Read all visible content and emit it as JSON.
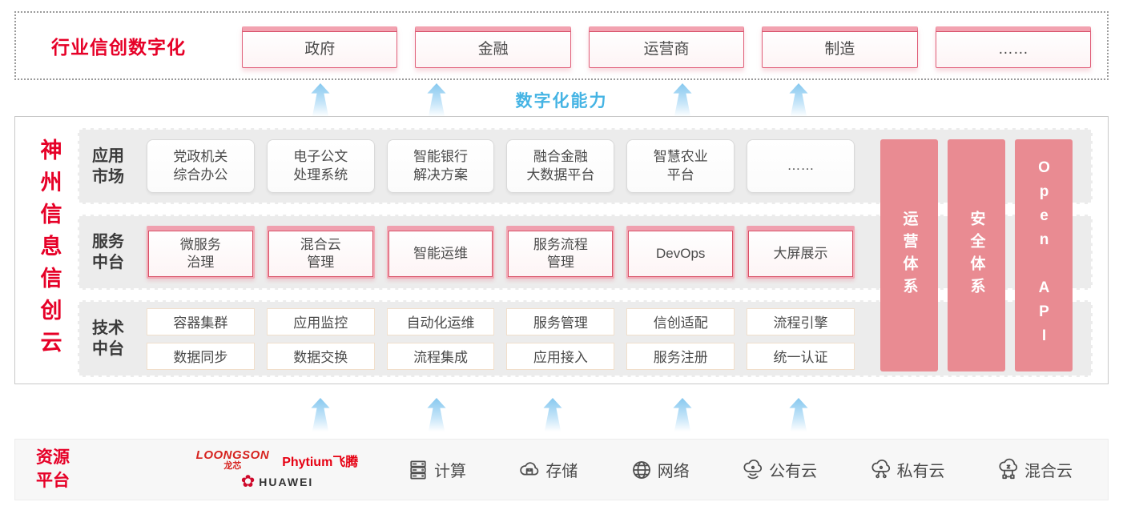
{
  "top_banner": {
    "title": "行业信创数字化",
    "industries": [
      "政府",
      "金融",
      "运营商",
      "制造",
      "……"
    ]
  },
  "capability_label": "数字化能力",
  "platform": {
    "title": "神州信息信创云",
    "app_row": {
      "label": "应用\n市场",
      "items": [
        "党政机关\n综合办公",
        "电子公文\n处理系统",
        "智能银行\n解决方案",
        "融合金融\n大数据平台",
        "智慧农业\n平台",
        "……"
      ]
    },
    "service_row": {
      "label": "服务\n中台",
      "items": [
        "微服务\n治理",
        "混合云\n管理",
        "智能运维",
        "服务流程\n管理",
        "DevOps",
        "大屏展示"
      ]
    },
    "tech_row": {
      "label": "技术\n中台",
      "line1": [
        "容器集群",
        "应用监控",
        "自动化运维",
        "服务管理",
        "信创适配",
        "流程引擎"
      ],
      "line2": [
        "数据同步",
        "数据交换",
        "流程集成",
        "应用接入",
        "服务注册",
        "统一认证"
      ]
    },
    "pillars": [
      "运营体系",
      "安全体系",
      "Open API"
    ]
  },
  "resource": {
    "title": "资源\n平台",
    "vendors": {
      "loongson_en": "LOONGSON",
      "loongson_cn": "龙芯",
      "phytium": "Phytium飞腾",
      "huawei": "HUAWEI",
      "huawei_flower": "✿"
    },
    "items": [
      {
        "icon": "compute-icon",
        "label": "计算"
      },
      {
        "icon": "storage-icon",
        "label": "存储"
      },
      {
        "icon": "network-icon",
        "label": "网络"
      },
      {
        "icon": "public-cloud-icon",
        "label": "公有云"
      },
      {
        "icon": "private-cloud-icon",
        "label": "私有云"
      },
      {
        "icon": "hybrid-cloud-icon",
        "label": "混合云"
      }
    ]
  },
  "colors": {
    "brand_red": "#e60027",
    "pillar_pink": "#e98b92",
    "capability_blue": "#45b4e4",
    "card_pink_border": "#f2abb7",
    "row_gray": "#ececec"
  }
}
